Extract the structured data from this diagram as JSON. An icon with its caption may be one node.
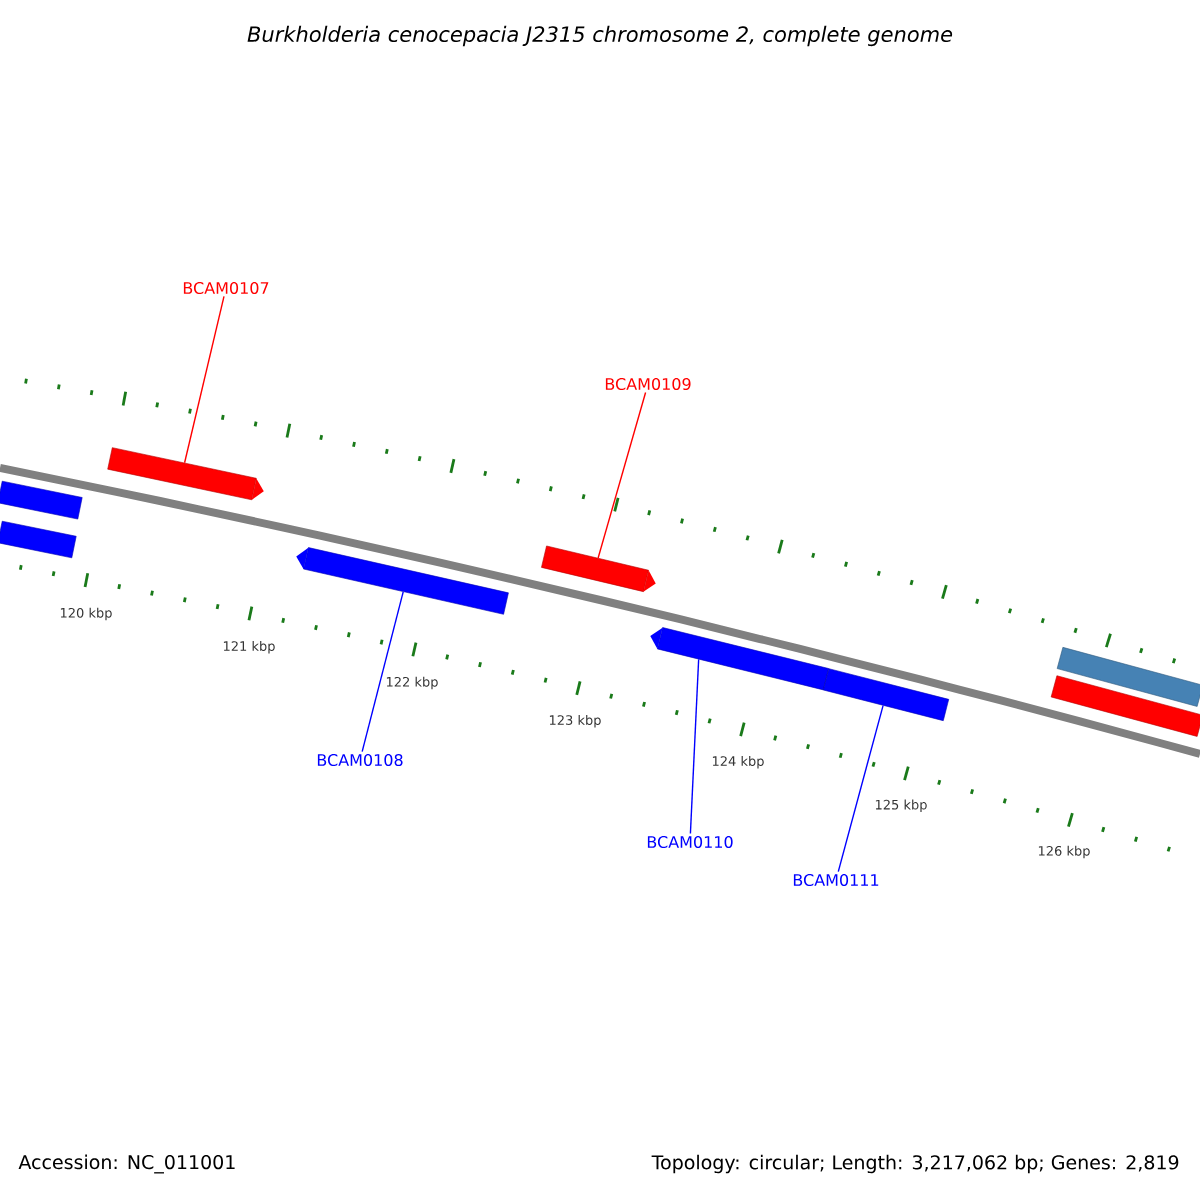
{
  "diagram": {
    "title": "Burkholderia cenocepacia J2315 chromosome 2, complete genome",
    "nodes": [
      {
        "text": [
          "BCAM0107"
        ]
      },
      {
        "text": [
          "BCAM0109"
        ]
      },
      {
        "text": [
          "BCAM0108"
        ]
      },
      {
        "text": [
          "BCAM0110"
        ]
      },
      {
        "text": [
          "BCAM0111"
        ]
      },
      {
        "text": [],
        "shape": "bar"
      },
      {
        "text": [],
        "shape": "bar"
      },
      {
        "text": [],
        "shape": "bar"
      },
      {
        "text": [],
        "shape": "bar"
      },
      {
        "text": [],
        "shape": "bar"
      },
      {
        "text": [],
        "shape": "bar"
      },
      {
        "text": [],
        "shape": "bar"
      },
      {
        "text": [],
        "shape": "bar"
      },
      {
        "text": [],
        "shape": "bar"
      }
    ],
    "edges": [
      {
        "from": 0,
        "to": 7,
        "arrow": "none",
        "color": "#ff0000"
      },
      {
        "from": 1,
        "to": 9,
        "arrow": "none",
        "color": "#ff0000"
      },
      {
        "from": 2,
        "to": 8,
        "arrow": "none"
      },
      {
        "from": 3,
        "to": 10,
        "arrow": "none"
      },
      {
        "from": 4,
        "to": 11,
        "arrow": "none"
      }
    ],
    "labels": [
      "120 kbp",
      "121 kbp",
      "122 kbp",
      "123 kbp",
      "124 kbp",
      "125 kbp",
      "126 kbp",
      "Accession: NC_011001",
      "Topology: circular; Length: 3,217,062 bp; Genes: 2,819"
    ]
  }
}
